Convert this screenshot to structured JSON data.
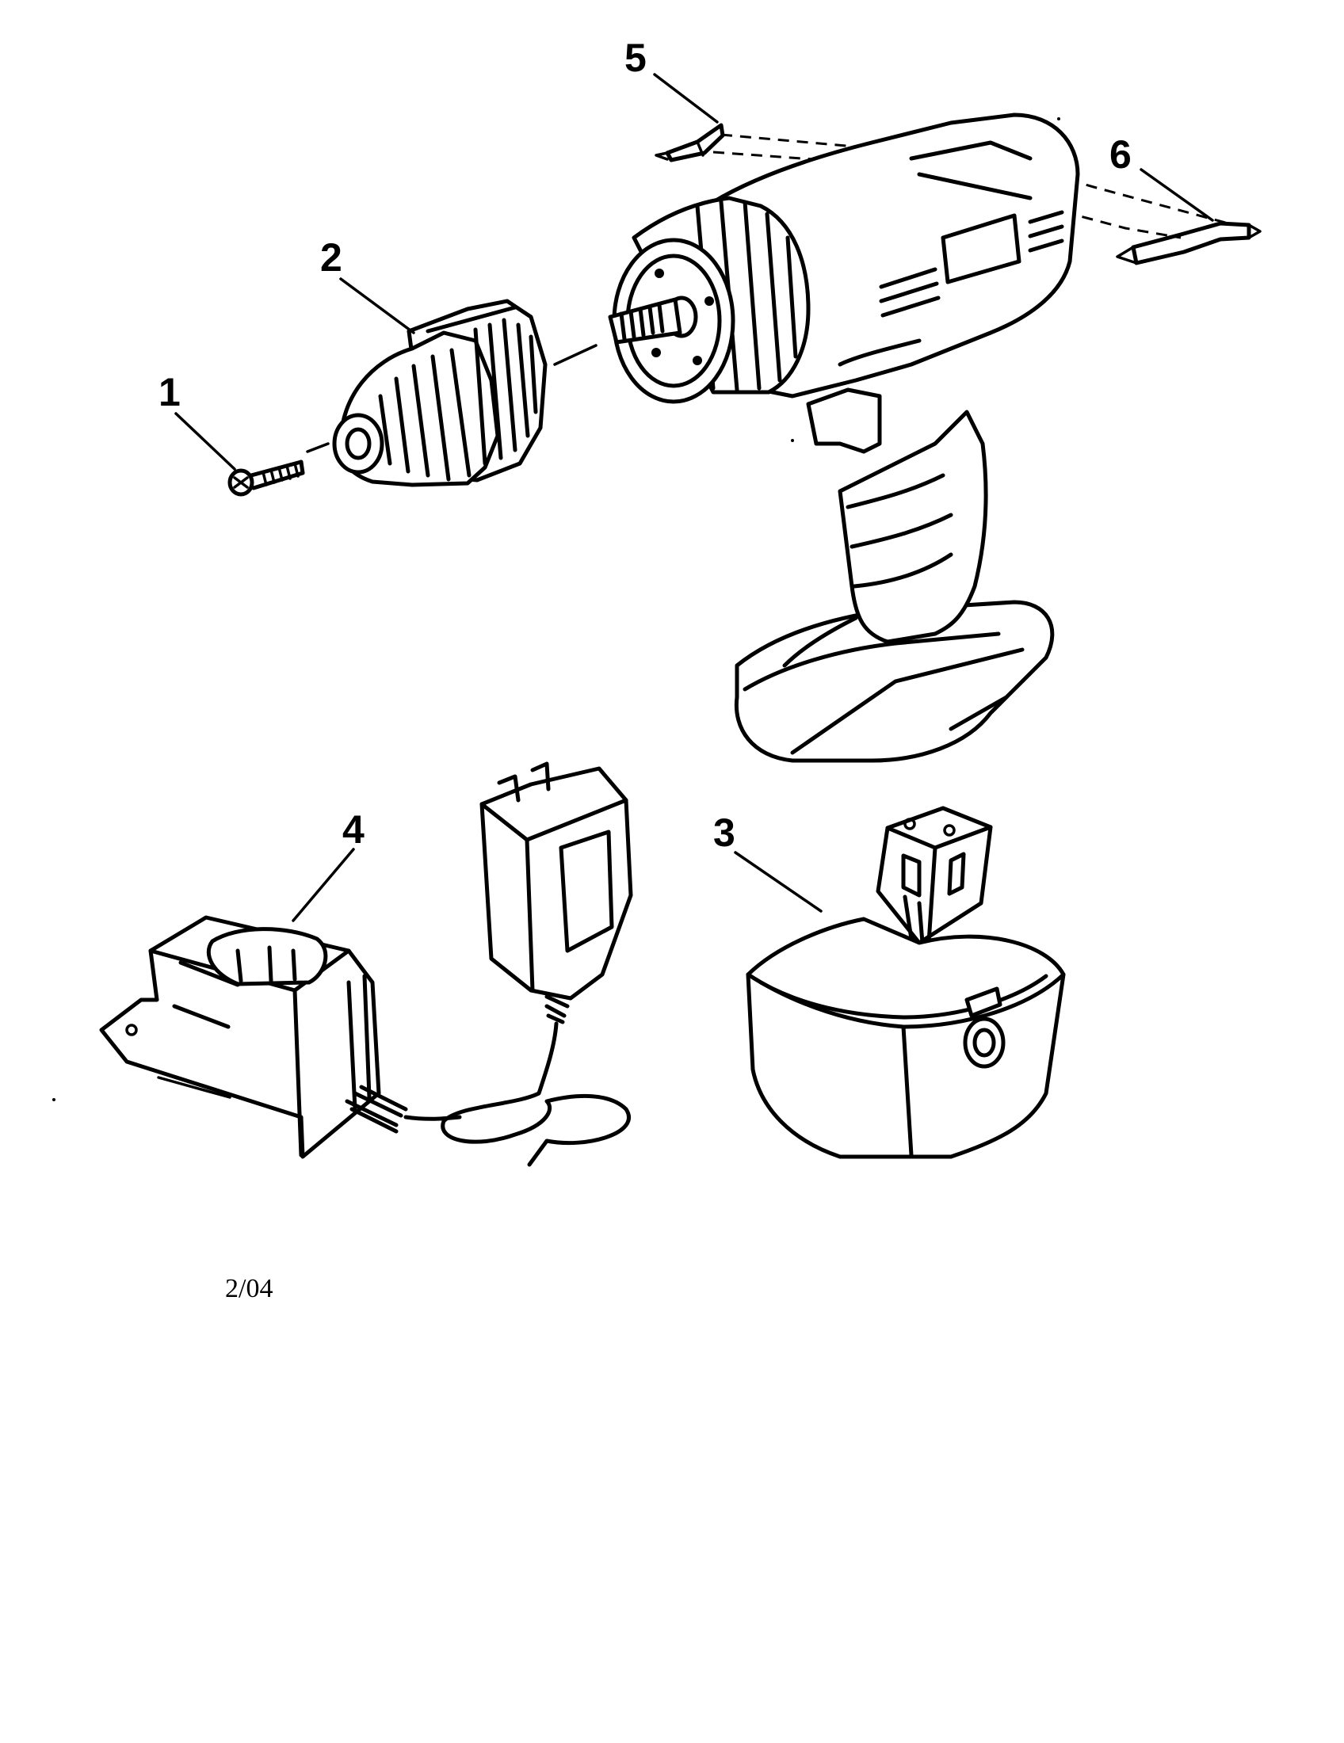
{
  "callouts": {
    "part_1": "1",
    "part_2": "2",
    "part_3": "3",
    "part_4": "4",
    "part_5": "5",
    "part_6": "6"
  },
  "footer": {
    "date": "2/04"
  }
}
